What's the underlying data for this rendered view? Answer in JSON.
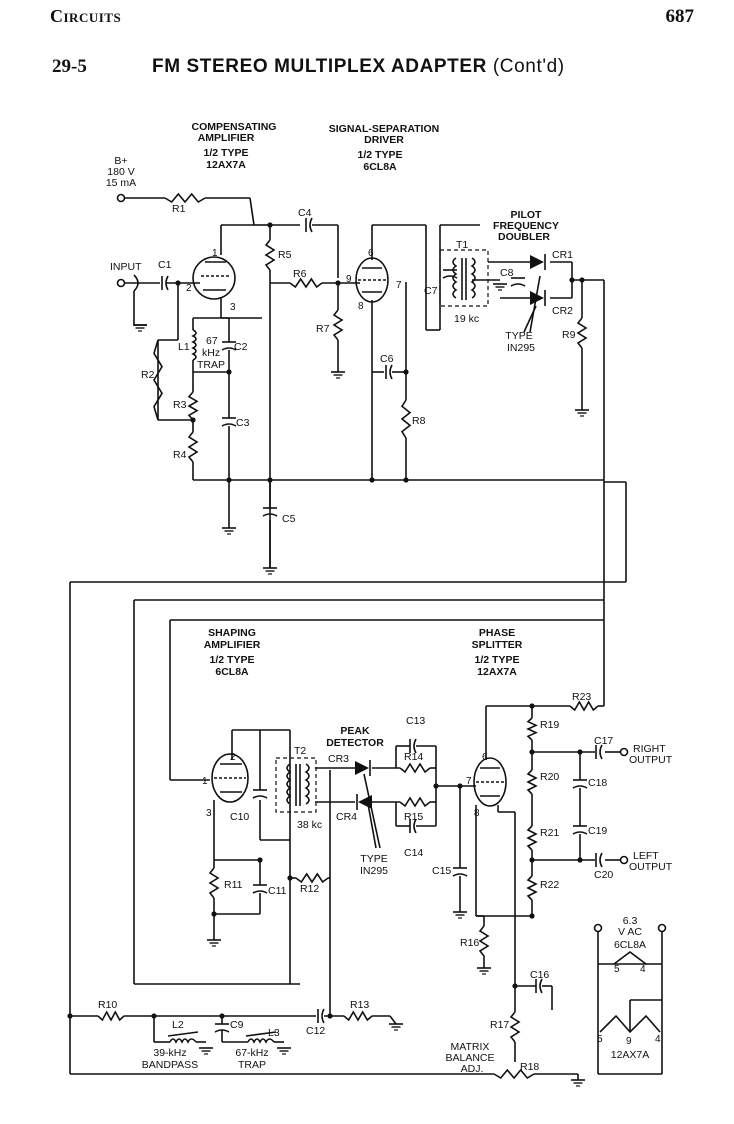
{
  "header": {
    "section": "Circuits",
    "page": "687"
  },
  "figure": {
    "number": "29-5",
    "title": "FM STEREO MULTIPLEX ADAPTER",
    "cont": "(Cont'd)"
  },
  "stages": {
    "comp": [
      "COMPENSATING",
      "AMPLIFIER",
      "1/2 TYPE",
      "12AX7A"
    ],
    "driver": [
      "SIGNAL-SEPARATION",
      "DRIVER",
      "1/2 TYPE",
      "6CL8A"
    ],
    "pilot": [
      "PILOT",
      "FREQUENCY",
      "DOUBLER"
    ],
    "shaping": [
      "SHAPING",
      "AMPLIFIER",
      "1/2 TYPE",
      "6CL8A"
    ],
    "phase": [
      "PHASE",
      "SPLITTER",
      "1/2 TYPE",
      "12AX7A"
    ],
    "peak": [
      "PEAK",
      "DETECTOR"
    ]
  },
  "supply": [
    "B+",
    "180 V",
    "15 mA"
  ],
  "labels": {
    "input": "INPUT",
    "right_out": [
      "RIGHT",
      "OUTPUT"
    ],
    "left_out": [
      "LEFT",
      "OUTPUT"
    ],
    "trap67": [
      "67",
      "kHz",
      "TRAP"
    ],
    "kc19": "19 kc",
    "kc38": "38 kc",
    "type1": [
      "TYPE",
      "IN295"
    ],
    "type2": [
      "TYPE",
      "IN295"
    ],
    "bandpass": [
      "39-kHz",
      "BANDPASS"
    ],
    "trap2": [
      "67-kHz",
      "TRAP"
    ],
    "matrix": [
      "MATRIX",
      "BALANCE",
      "ADJ."
    ],
    "heater": [
      "6.3",
      "V AC",
      "6CL8A",
      "12AX7A"
    ]
  },
  "components": {
    "R1": "R1",
    "R2": "R2",
    "R3": "R3",
    "R4": "R4",
    "R5": "R5",
    "R6": "R6",
    "R7": "R7",
    "R8": "R8",
    "R9": "R9",
    "R10": "R10",
    "R11": "R11",
    "R12": "R12",
    "R13": "R13",
    "R14": "R14",
    "R15": "R15",
    "R16": "R16",
    "R17": "R17",
    "R18": "R18",
    "R19": "R19",
    "R20": "R20",
    "R21": "R21",
    "R22": "R22",
    "R23": "R23",
    "C1": "C1",
    "C2": "C2",
    "C3": "C3",
    "C4": "C4",
    "C5": "C5",
    "C6": "C6",
    "C7": "C7",
    "C8": "C8",
    "C9": "C9",
    "C10": "C10",
    "C11": "C11",
    "C12": "C12",
    "C13": "C13",
    "C14": "C14",
    "C15": "C15",
    "C16": "C16",
    "C17": "C17",
    "C18": "C18",
    "C19": "C19",
    "C20": "C20",
    "L1": "L1",
    "L2": "L2",
    "L3": "L3",
    "T1": "T1",
    "T2": "T2",
    "CR1": "CR1",
    "CR2": "CR2",
    "CR3": "CR3",
    "CR4": "CR4"
  },
  "pins": [
    "1",
    "2",
    "3",
    "6",
    "7",
    "8",
    "9",
    "2",
    "1",
    "3",
    "6",
    "7",
    "8",
    "5",
    "4",
    "5",
    "9",
    "4"
  ]
}
